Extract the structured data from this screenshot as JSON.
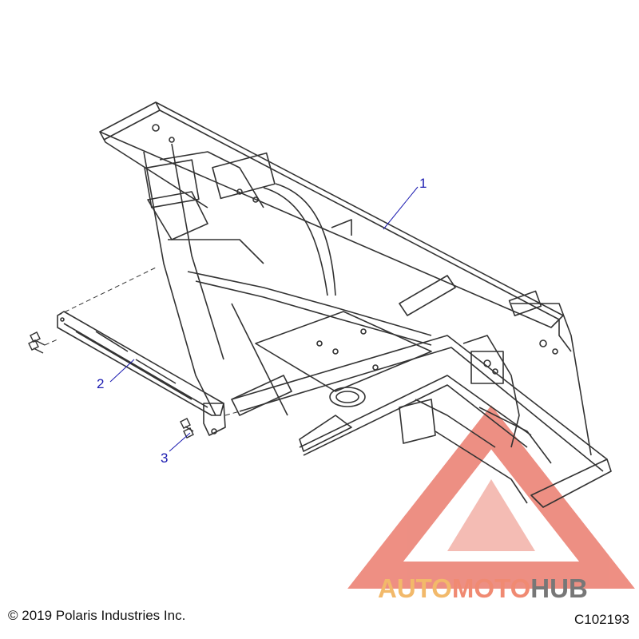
{
  "callouts": [
    {
      "label": "1"
    },
    {
      "label": "2"
    },
    {
      "label": "3"
    }
  ],
  "copyright": "© 2019 Polaris Industries Inc.",
  "drawing_id": "C102193",
  "watermark": {
    "parts": [
      "AUTO",
      "MOTO",
      "HUB"
    ],
    "colors": {
      "triangle": "#e86a5a",
      "auto": "#f2b96a",
      "moto": "#f08a72",
      "hub": "#777777"
    }
  },
  "colors": {
    "line": "#333333",
    "callout": "#1a1ab0"
  }
}
